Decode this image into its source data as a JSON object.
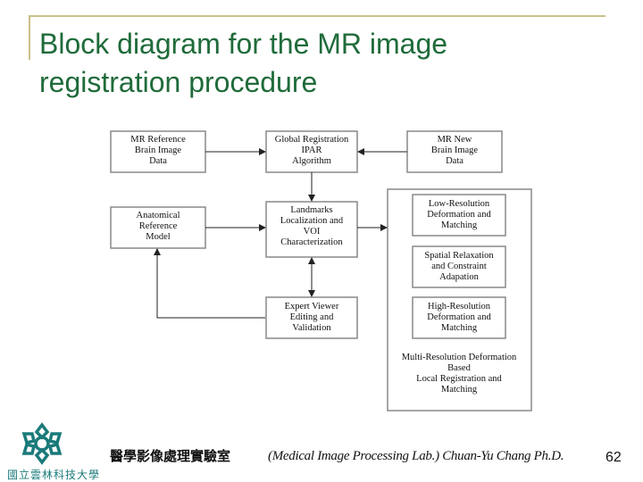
{
  "title": "Block diagram for the MR image registration procedure",
  "boxes": {
    "mr_ref": [
      "MR Reference",
      "Brain Image",
      "Data"
    ],
    "global": [
      "Global Registration",
      "IPAR",
      "Algorithm"
    ],
    "mr_new": [
      "MR New",
      "Brain Image",
      "Data"
    ],
    "anatomical": [
      "Anatomical",
      "Reference",
      "Model"
    ],
    "landmarks": [
      "Landmarks",
      "Localization and",
      "VOI",
      "Characterization"
    ],
    "low_res": [
      "Low-Resolution",
      "Deformation and",
      "Matching"
    ],
    "spatial": [
      "Spatial Relaxation",
      "and Constraint",
      "Adapation"
    ],
    "high_res": [
      "High-Resolution",
      "Deformation and",
      "Matching"
    ],
    "expert": [
      "Expert Viewer",
      "Editing and",
      "Validation"
    ],
    "multi": [
      "Multi-Resolution Deformation",
      "Based",
      "Local Registration and",
      "Matching"
    ]
  },
  "footer": {
    "lab_zh": "醫學影像處理實驗室",
    "lab_en": "(Medical Image Processing Lab.) Chuan-Yu Chang Ph.D.",
    "page": "62",
    "logo_text": "國立雲林科技大學"
  },
  "colors": {
    "title": "#1f6b3a",
    "rule": "#c9c08a",
    "box_border": "#888888",
    "logo": "#1a7a7a"
  }
}
